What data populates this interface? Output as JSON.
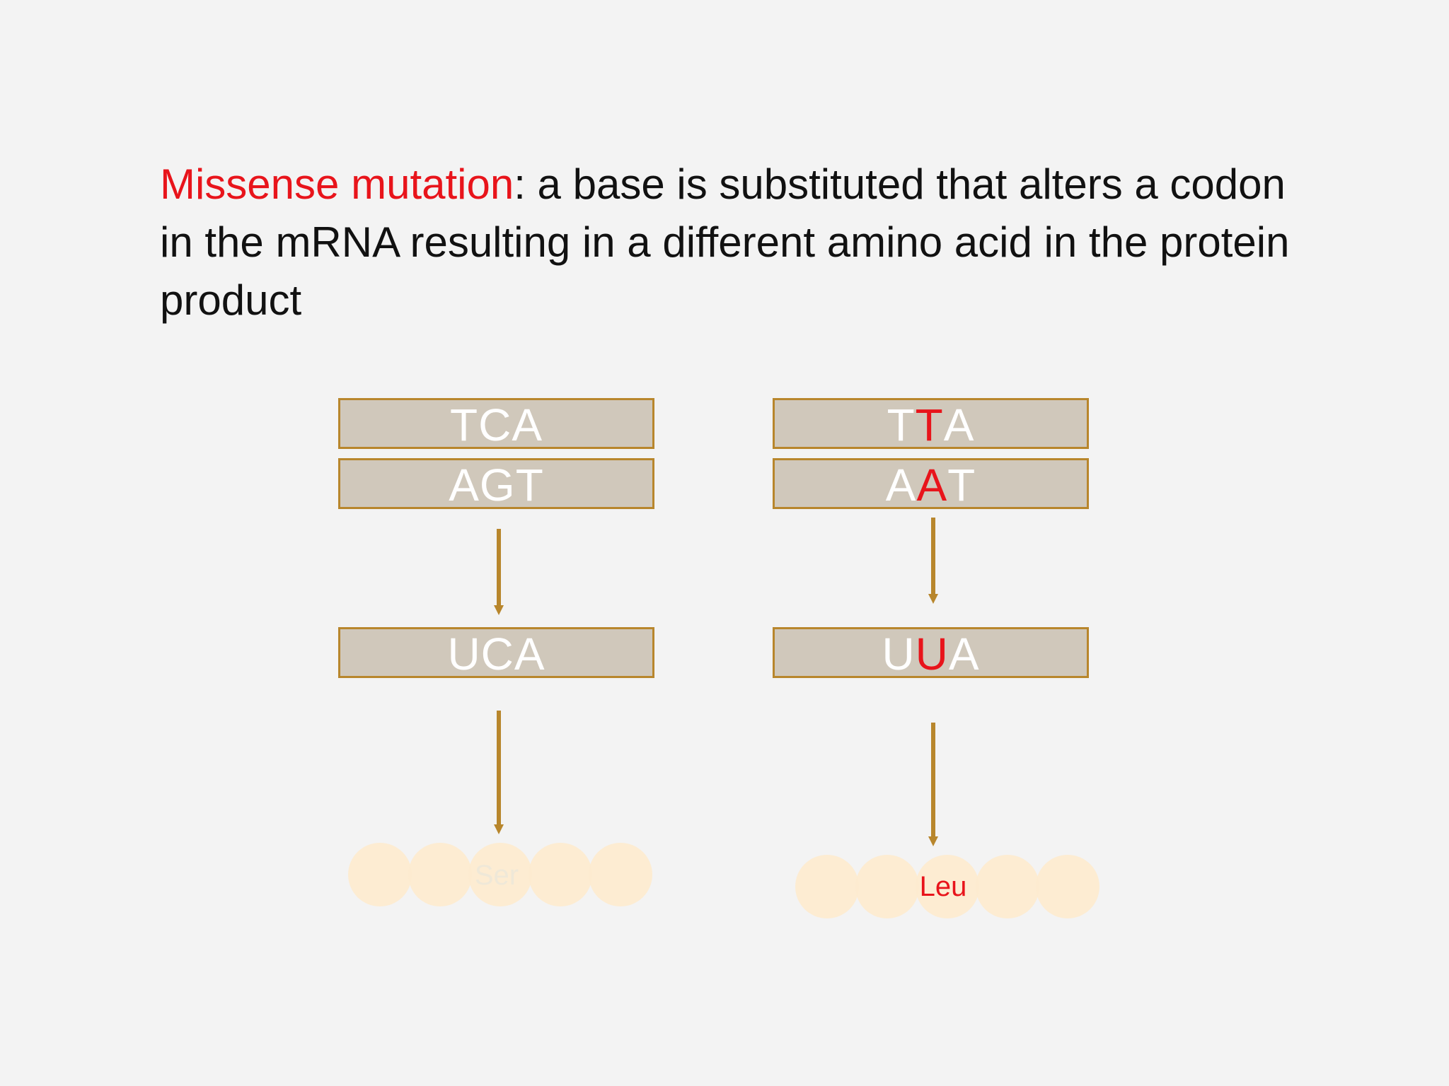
{
  "definition": {
    "term": "Missense mutation",
    "text": ": a base is substituted that alters a codon in the mRNA resulting in a different amino acid in the protein product"
  },
  "original": {
    "dna_top": [
      "T",
      "C",
      "A"
    ],
    "dna_bottom": [
      "A",
      "G",
      "T"
    ],
    "mrna": [
      "U",
      "C",
      "A"
    ],
    "amino_acid": "Ser"
  },
  "mutant": {
    "dna_top": [
      "T",
      "T",
      "A"
    ],
    "dna_bottom": [
      "A",
      "A",
      "T"
    ],
    "mrna": [
      "U",
      "U",
      "A"
    ],
    "amino_acid": "Leu",
    "substituted_position": 1
  },
  "colors": {
    "highlight": "#e8141b",
    "box_fill": "#d0c8bb",
    "box_border": "#b8862c",
    "arrow": "#b8862c",
    "bead": "#fdebd0"
  }
}
